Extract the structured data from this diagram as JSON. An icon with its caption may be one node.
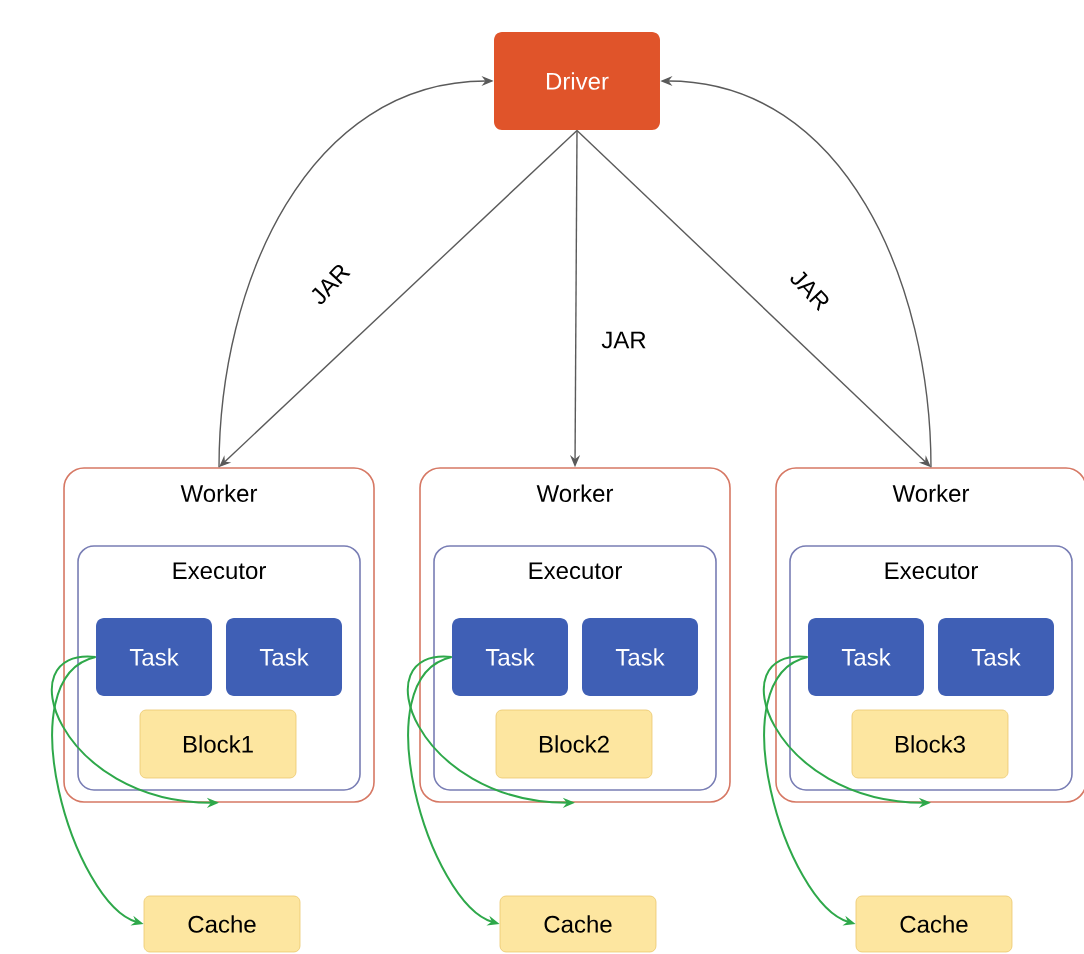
{
  "diagram": {
    "nodes": [
      {
        "text": [
          "Driver"
        ]
      },
      {
        "text": [
          "Worker"
        ]
      },
      {
        "text": [
          "Executor"
        ],
        "in": 1
      },
      {
        "text": [
          "Task"
        ],
        "in": 2
      },
      {
        "text": [
          "Task"
        ],
        "in": 2
      },
      {
        "text": [
          "Block1"
        ],
        "in": 2
      },
      {
        "text": [
          "Worker"
        ]
      },
      {
        "text": [
          "Executor"
        ],
        "in": 6
      },
      {
        "text": [
          "Task"
        ],
        "in": 7
      },
      {
        "text": [
          "Task"
        ],
        "in": 7
      },
      {
        "text": [
          "Block2"
        ],
        "in": 7
      },
      {
        "text": [
          "Worker"
        ]
      },
      {
        "text": [
          "Executor"
        ],
        "in": 11
      },
      {
        "text": [
          "Task"
        ],
        "in": 12
      },
      {
        "text": [
          "Task"
        ],
        "in": 12
      },
      {
        "text": [
          "Block3"
        ],
        "in": 12
      },
      {
        "text": [
          "Cache"
        ]
      },
      {
        "text": [
          "Cache"
        ]
      },
      {
        "text": [
          "Cache"
        ]
      }
    ],
    "edges": [
      {
        "from": 0,
        "to": 1,
        "arrow": "to",
        "label": "JAR"
      },
      {
        "from": 0,
        "to": 6,
        "arrow": "to",
        "label": "JAR"
      },
      {
        "from": 0,
        "to": 11,
        "arrow": "to",
        "label": "JAR"
      },
      {
        "from": 1,
        "to": 0,
        "arrow": "to"
      },
      {
        "from": 11,
        "to": 0,
        "arrow": "to"
      },
      {
        "from": 3,
        "to": 1,
        "arrow": "to",
        "color": "#2ea84a"
      },
      {
        "from": 3,
        "to": 16,
        "arrow": "to",
        "color": "#2ea84a"
      },
      {
        "from": 8,
        "to": 6,
        "arrow": "to",
        "color": "#2ea84a"
      },
      {
        "from": 8,
        "to": 17,
        "arrow": "to",
        "color": "#2ea84a"
      },
      {
        "from": 13,
        "to": 11,
        "arrow": "to",
        "color": "#2ea84a"
      },
      {
        "from": 13,
        "to": 18,
        "arrow": "to",
        "color": "#2ea84a"
      }
    ]
  }
}
